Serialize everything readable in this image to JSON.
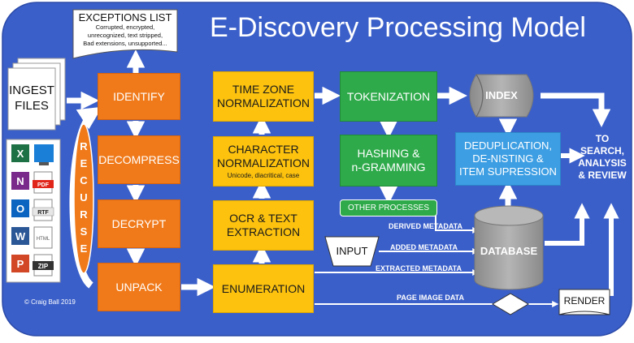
{
  "title": "E-Discovery Processing Model",
  "copyright": "© Craig Ball 2019",
  "ingest": {
    "line1": "INGEST",
    "line2": "FILES"
  },
  "exceptions": {
    "title": "EXCEPTIONS LIST",
    "line1": "Corrupted, encrypted,",
    "line2": "unrecognized, text stripped,",
    "line3": "Bad extensions, unsupported..."
  },
  "recurse": [
    "R",
    "E",
    "C",
    "U",
    "R",
    "S",
    "E"
  ],
  "stages": {
    "identify": "IDENTIFY",
    "decompress": "DECOMPRESS",
    "decrypt": "DECRYPT",
    "unpack": "UNPACK",
    "tz_line1": "TIME ZONE",
    "tz_line2": "NORMALIZATION",
    "char_line1": "CHARACTER",
    "char_line2": "NORMALIZATION",
    "char_sub": "Unicode, diacritical, case",
    "ocr_line1": "OCR & TEXT",
    "ocr_line2": "EXTRACTION",
    "enumeration": "ENUMERATION",
    "tokenization": "TOKENIZATION",
    "hash_line1": "HASHING &",
    "hash_line2": "n-GRAMMING",
    "other": "OTHER PROCESSES",
    "index": "INDEX",
    "dedup_line1": "DEDUPLICATION,",
    "dedup_line2": "DE-NISTING &",
    "dedup_line3": "ITEM SUPRESSION",
    "database": "DATABASE",
    "input": "INPUT",
    "render": "RENDER"
  },
  "output": {
    "line1": "TO",
    "line2": "SEARCH,",
    "line3": "ANALYSIS",
    "line4": "& REVIEW"
  },
  "flows": {
    "derived": "DERIVED METADATA",
    "added": "ADDED METADATA",
    "extracted": "EXTRACTED METADATA",
    "page_image": "PAGE IMAGE DATA"
  },
  "file_icons": {
    "labels": {
      "pdf": "PDF",
      "rtf": "RTF",
      "html": "HTML",
      "zip": "ZIP"
    },
    "letters": {
      "excel": "X",
      "onenote": "N",
      "outlook": "O",
      "word": "W",
      "powerpoint": "P"
    }
  },
  "colors": {
    "background": "#3a5fc9",
    "orange": "#f07a1a",
    "yellow": "#fcc20e",
    "green": "#2eaa4a",
    "light_blue": "#3d9ee3",
    "gray": "#9c9c9c"
  }
}
